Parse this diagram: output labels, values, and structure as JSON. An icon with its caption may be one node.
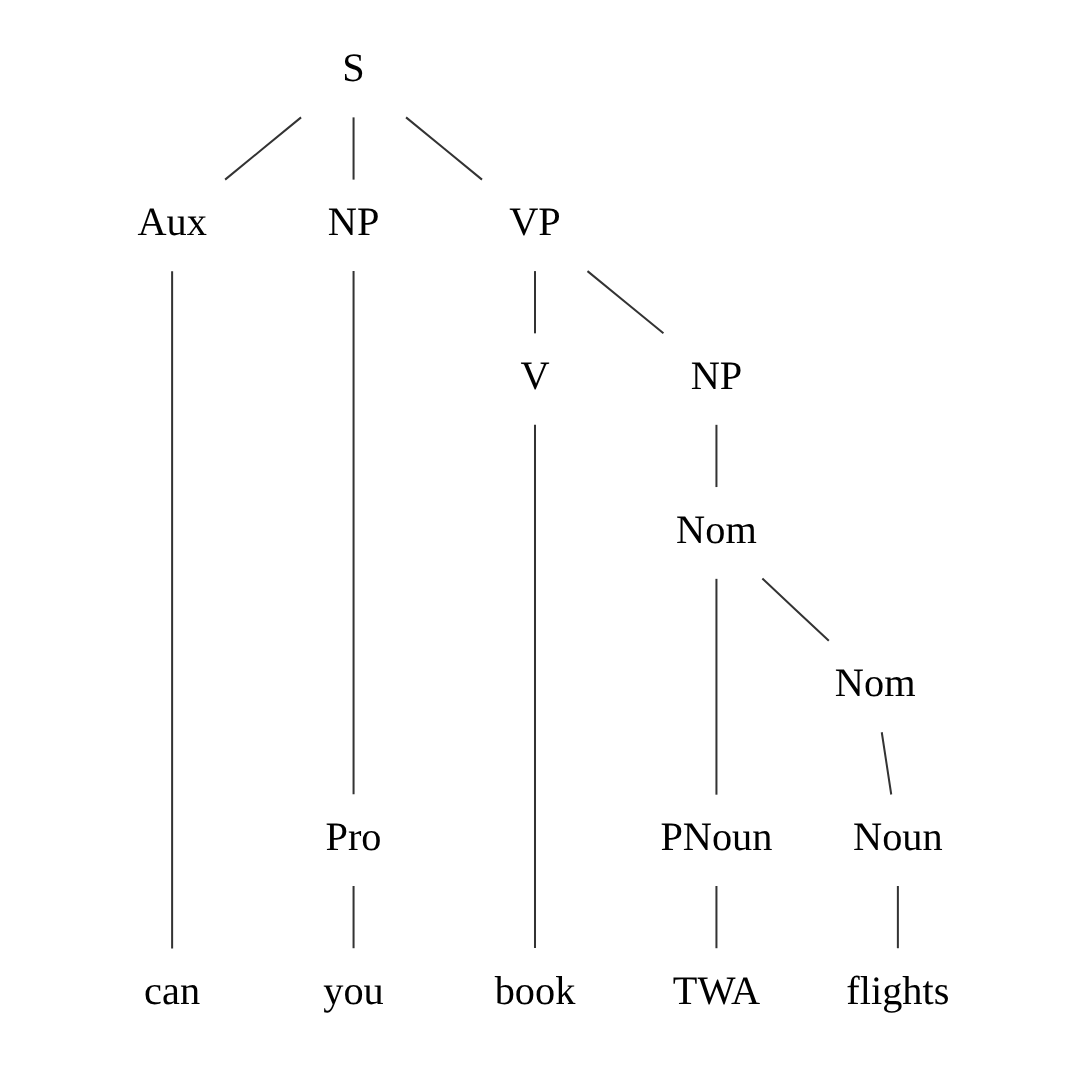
{
  "diagram": {
    "nodes": [
      {
        "text": [
          "S"
        ]
      },
      {
        "text": [
          "Aux"
        ]
      },
      {
        "text": [
          "NP"
        ]
      },
      {
        "text": [
          "VP"
        ]
      },
      {
        "text": [
          "V"
        ]
      },
      {
        "text": [
          "NP"
        ]
      },
      {
        "text": [
          "Nom"
        ]
      },
      {
        "text": [
          "Nom"
        ]
      },
      {
        "text": [
          "Pro"
        ]
      },
      {
        "text": [
          "PNoun"
        ]
      },
      {
        "text": [
          "Noun"
        ]
      },
      {
        "text": [
          "can"
        ]
      },
      {
        "text": [
          "you"
        ]
      },
      {
        "text": [
          "book"
        ]
      },
      {
        "text": [
          "TWA"
        ]
      },
      {
        "text": [
          "flights"
        ]
      }
    ],
    "edges": [
      {
        "from": 0,
        "to": 1,
        "arrow": "none"
      },
      {
        "from": 0,
        "to": 2,
        "arrow": "none"
      },
      {
        "from": 0,
        "to": 3,
        "arrow": "none"
      },
      {
        "from": 1,
        "to": 11,
        "arrow": "none"
      },
      {
        "from": 2,
        "to": 8,
        "arrow": "none"
      },
      {
        "from": 8,
        "to": 12,
        "arrow": "none"
      },
      {
        "from": 3,
        "to": 4,
        "arrow": "none"
      },
      {
        "from": 3,
        "to": 5,
        "arrow": "none"
      },
      {
        "from": 4,
        "to": 13,
        "arrow": "none"
      },
      {
        "from": 5,
        "to": 6,
        "arrow": "none"
      },
      {
        "from": 6,
        "to": 9,
        "arrow": "none"
      },
      {
        "from": 6,
        "to": 7,
        "arrow": "none"
      },
      {
        "from": 7,
        "to": 10,
        "arrow": "none"
      },
      {
        "from": 9,
        "to": 14,
        "arrow": "none"
      },
      {
        "from": 10,
        "to": 15,
        "arrow": "none"
      }
    ]
  }
}
